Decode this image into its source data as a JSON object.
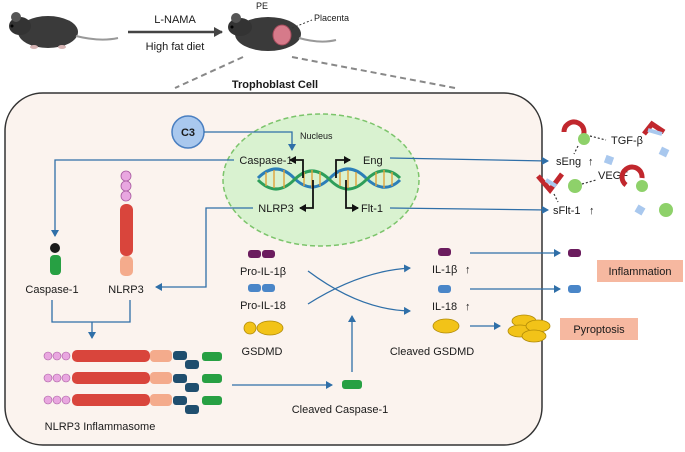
{
  "top": {
    "treatment_line1": "L-NAMA",
    "treatment_line2": "High fat diet",
    "pe_label": "PE",
    "placenta_label": "Placenta"
  },
  "cell": {
    "title": "Trophoblast Cell",
    "c3": "C3",
    "nucleus": "Nucleus",
    "caspase1_gene": "Caspase-1",
    "eng_gene": "Eng",
    "nlrp3_gene": "NLRP3",
    "flt1_gene": "Flt-1",
    "caspase1": "Caspase-1",
    "nlrp3": "NLRP3",
    "inflammasome": "NLRP3 Inflammasome",
    "pro_il1b": "Pro-IL-1β",
    "pro_il18": "Pro-IL-18",
    "gsdmd": "GSDMD",
    "il1b": "IL-1β",
    "il18": "IL-18",
    "cleaved_gsdmd": "Cleaved GSDMD",
    "cleaved_caspase1": "Cleaved Caspase-1"
  },
  "outside": {
    "tgfb": "TGF-β",
    "seng": "sEng",
    "vegf": "VEGF",
    "sflt1": "sFlt-1",
    "inflammation": "Inflammation",
    "pyroptosis": "Pyroptosis",
    "up_arrow": "↑"
  },
  "colors": {
    "cell_fill": "#fbf3ee",
    "nucleus_fill": "#d9f2d0",
    "nucleus_border": "#7cc46b",
    "blue_arrow": "#2f6fa8",
    "c3_fill": "#a9c8ee",
    "c3_border": "#4a7fc1",
    "red": "#d9453c",
    "pink": "#e9a7e0",
    "salmon": "#f4ab8c",
    "green": "#27a043",
    "navy": "#1f4e6e",
    "purple": "#6b1c5e",
    "blue_pill": "#4a86c8",
    "yellow": "#f2c318",
    "box": "#f6b8a0"
  }
}
